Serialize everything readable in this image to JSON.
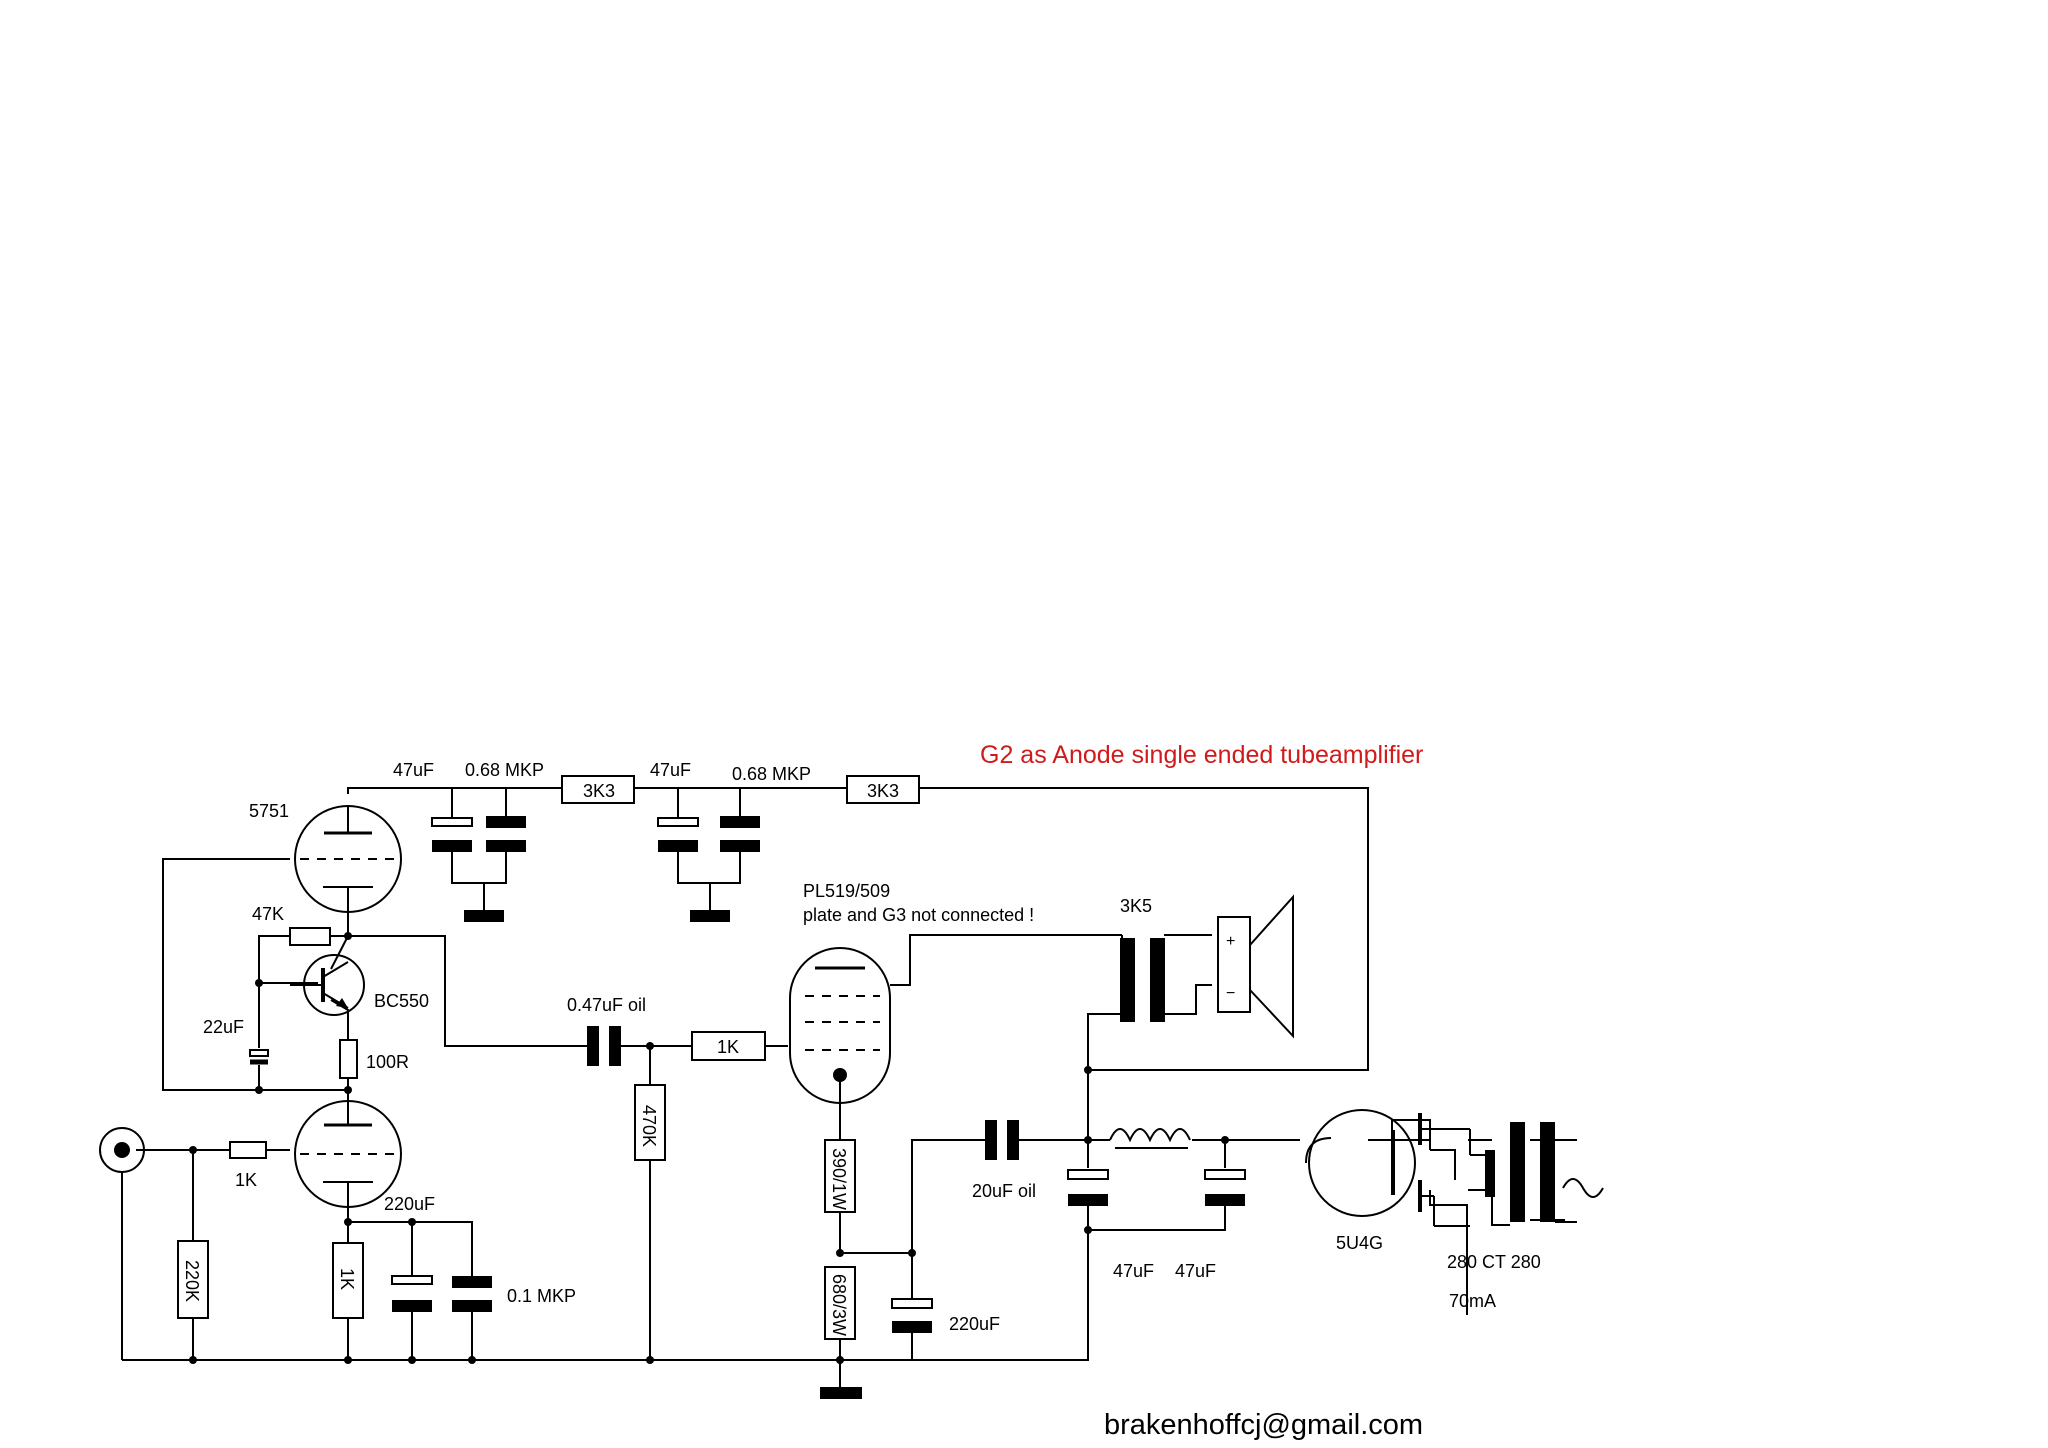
{
  "title": "G2 as Anode single ended tubeamplifier",
  "email": "brakenhoffcj@gmail.com",
  "components": {
    "v1": "5751",
    "q1": "BC550",
    "r_47k": "47K",
    "c_22uf": "22uF",
    "r_100r": "100R",
    "r_in_1k": "1K",
    "r_220k": "220K",
    "r_cath_1k": "1K",
    "c_220uf_cath": "220uF",
    "c_01mkp": "0.1 MKP",
    "c_47uf_1": "47uF",
    "c_068mkp_1": "0.68 MKP",
    "r_3k3_1": "3K3",
    "c_47uf_2": "47uF",
    "c_068mkp_2": "0.68 MKP",
    "r_3k3_2": "3K3",
    "c_047oil": "0.47uF oil",
    "r_grid_1k": "1K",
    "r_470k": "470K",
    "v2": "PL519/509",
    "v2_note": "plate and G3 not connected !",
    "r_390": "390/1W",
    "r_680": "680/3W",
    "c_220uf_2": "220uF",
    "ot": "3K5",
    "spk_plus": "+",
    "spk_minus": "−",
    "c_20uf_oil": "20uF oil",
    "c_47uf_3": "47uF",
    "c_47uf_4": "47uF",
    "v3": "5U4G",
    "pt": "280 CT 280",
    "pt_current": "70mA"
  }
}
